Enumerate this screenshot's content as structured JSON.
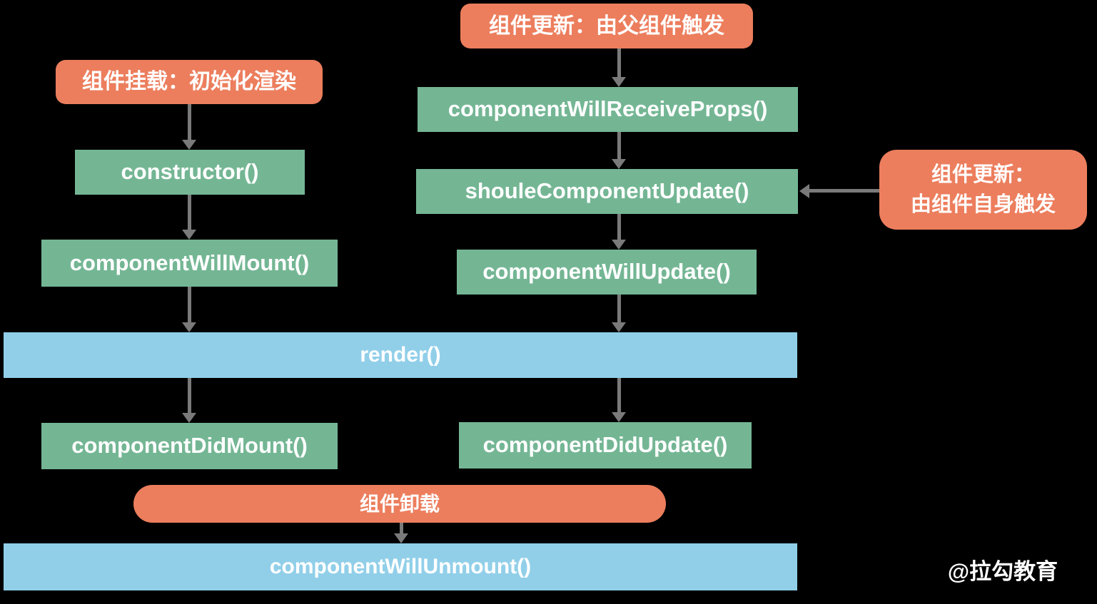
{
  "diagram": {
    "phase_boxes": {
      "update_by_parent": "组件更新：由父组件触发",
      "mount_initial_render": "组件挂载：初始化渲染",
      "update_by_self_line1": "组件更新：",
      "update_by_self_line2": "由组件自身触发",
      "unmount_phase": "组件卸载"
    },
    "lifecycle_methods": {
      "component_will_receive_props": "componentWillReceiveProps()",
      "shoule_component_update": "shouleComponentUpdate()",
      "component_will_update": "componentWillUpdate()",
      "constructor": "constructor()",
      "component_will_mount": "componentWillMount()",
      "render": "render()",
      "component_did_mount": "componentDidMount()",
      "component_did_update": "componentDidUpdate()",
      "component_will_unmount": "componentWillUnmount()"
    },
    "watermark": "@拉勾教育",
    "colors": {
      "orange": "#EC7E5D",
      "green": "#74B694",
      "blue": "#91CFE9",
      "arrow": "#7A7A7A",
      "bg": "#000000",
      "text": "#FFFFFF"
    }
  }
}
